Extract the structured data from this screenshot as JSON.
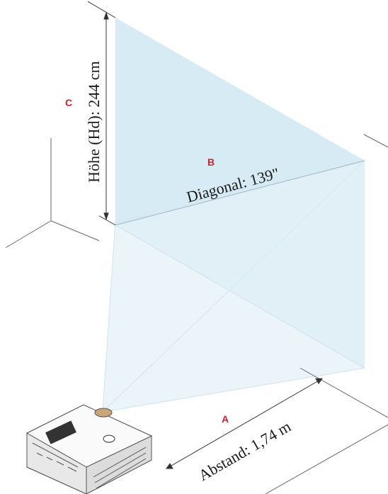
{
  "labels": {
    "a_letter": "A",
    "b_letter": "B",
    "c_letter": "C",
    "distance": "Abstand: 1,74 m",
    "diagonal": "Diagonal: 139\"",
    "height": "Höhe (Hd): 244 cm"
  },
  "colors": {
    "letter_accent": "#d0202f",
    "beam": "#d8ecf5",
    "screen": "#c9e4f1",
    "line": "#555555",
    "projector_body": "#f2f2f2"
  },
  "icons": {
    "projector": "projector-device",
    "brand_logo": "dell-logo"
  }
}
